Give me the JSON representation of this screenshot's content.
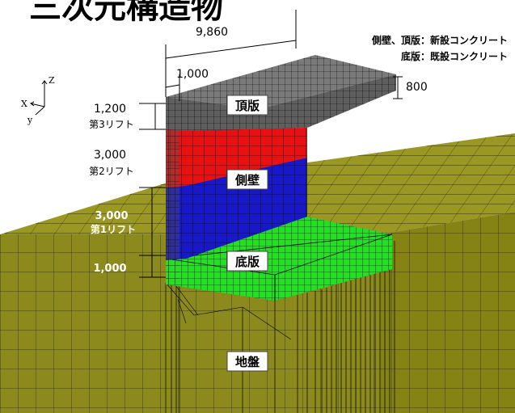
{
  "title": "三次元構造物",
  "legend": {
    "line1": "側壁、頂版：新設コンクリート",
    "line2": "底版：既設コンクリート"
  },
  "dimensions": {
    "top_length": "9,860",
    "top_offset": "1,000",
    "slab_thickness": "800",
    "lift3_height": "1,200",
    "lift3_label": "第3リフト",
    "lift2_height": "3,000",
    "lift2_label": "第2リフト",
    "lift1_height": "3,000",
    "lift1_label": "第1リフト",
    "base_height": "1,000"
  },
  "parts": {
    "top_slab": "頂版",
    "side_wall": "側壁",
    "bottom_slab": "底版",
    "ground": "地盤"
  },
  "axes": {
    "x": "X",
    "y": "y",
    "z": "Z"
  },
  "colors": {
    "ground": "#8c8a1c",
    "ground_top": "#9a9722",
    "top_slab": "#6e6e6e",
    "lift3": "#5f5f5f",
    "lift2": "#e81010",
    "lift1": "#1818c8",
    "bottom_slab": "#22e022",
    "mesh": "#000000"
  }
}
